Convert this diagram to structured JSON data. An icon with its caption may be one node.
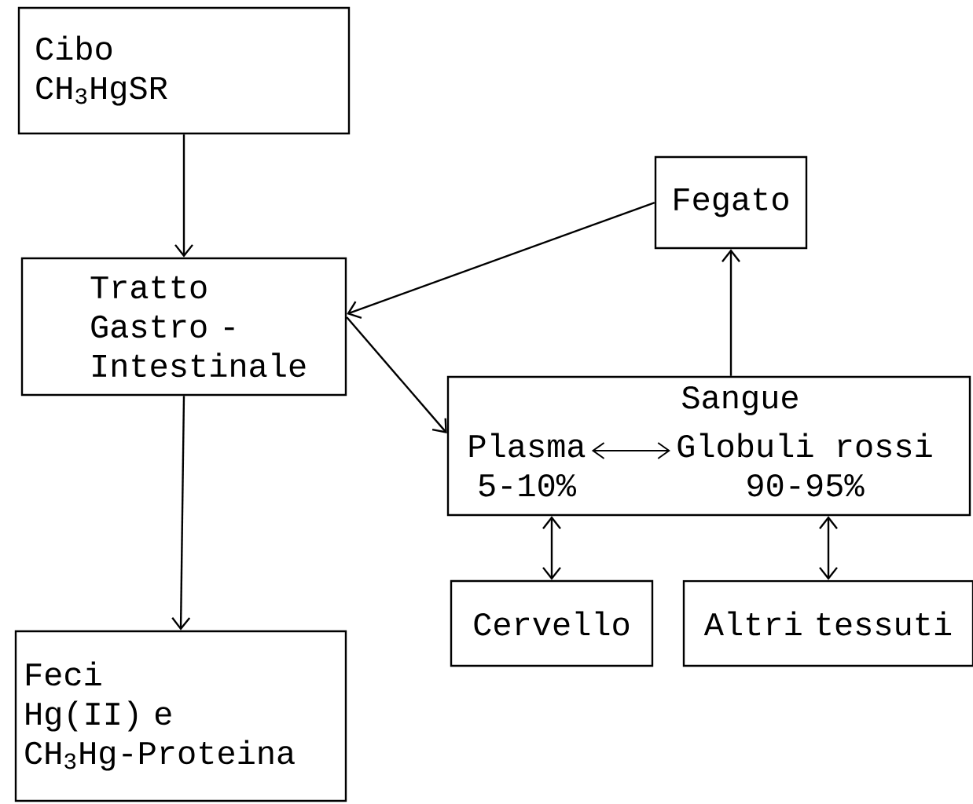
{
  "diagram": {
    "nodes": [
      {
        "text": [
          "Cibo",
          "CH$_{3}$HgSR"
        ]
      },
      {
        "text": [
          "Tratto Gastro - Intestinale"
        ]
      },
      {
        "text": [
          "Fegato"
        ]
      },
      {
        "text": [
          "Sangue"
        ]
      },
      {
        "text": [
          "Plasma",
          "5-10%"
        ],
        "in": 3
      },
      {
        "text": [
          "Globuli rossi",
          "90-95%"
        ],
        "in": 3
      },
      {
        "text": [
          "Cervello"
        ]
      },
      {
        "text": [
          "Altri tessuti"
        ]
      },
      {
        "text": [
          "Feci",
          "Hg(II) e CH$_{3}$Hg-Proteina"
        ]
      }
    ],
    "edges": [
      {
        "from": 0,
        "to": 1,
        "arrow": "to"
      },
      {
        "from": 2,
        "to": 1,
        "arrow": "to"
      },
      {
        "from": 1,
        "to": 3,
        "arrow": "to"
      },
      {
        "from": 3,
        "to": 2,
        "arrow": "to"
      },
      {
        "from": 1,
        "to": 8,
        "arrow": "to"
      },
      {
        "from": 4,
        "to": 5,
        "arrow": "both"
      },
      {
        "from": 3,
        "to": 6,
        "arrow": "both"
      },
      {
        "from": 3,
        "to": 7,
        "arrow": "both"
      }
    ]
  }
}
